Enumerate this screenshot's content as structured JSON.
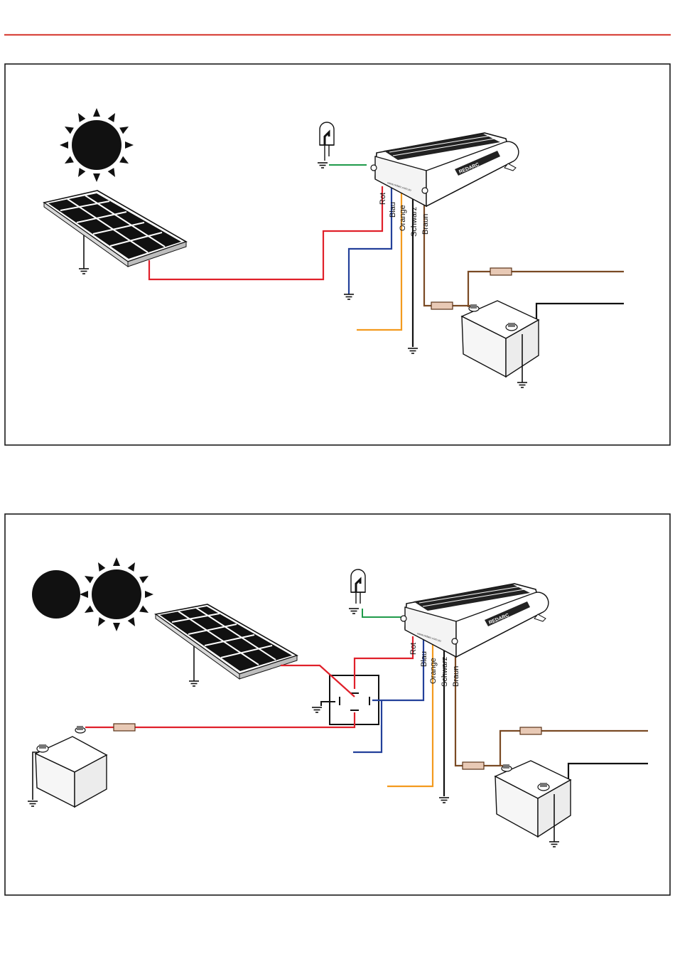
{
  "colors": {
    "header_rule": "#d9473f",
    "frame": "#1a1a1a",
    "red": "#e0202a",
    "blue": "#23409a",
    "orange": "#f39a1e",
    "black": "#111111",
    "brown": "#7a4a24",
    "green": "#1f9a4a",
    "fuse": "#e8c9b5"
  },
  "charger": {
    "brand": "REDARC",
    "website": "www.redarc.com.au",
    "wires": {
      "red": "Rot",
      "blue": "Blau",
      "orange": "Orange",
      "black": "Schwarz",
      "brown": "Braun"
    }
  },
  "icons": [
    "sun-icon",
    "moon-icon",
    "solar-panel-icon",
    "lamp-icon",
    "battery-icon",
    "relay-icon",
    "fuse-icon",
    "ground-icon",
    "dc-charger-icon"
  ]
}
